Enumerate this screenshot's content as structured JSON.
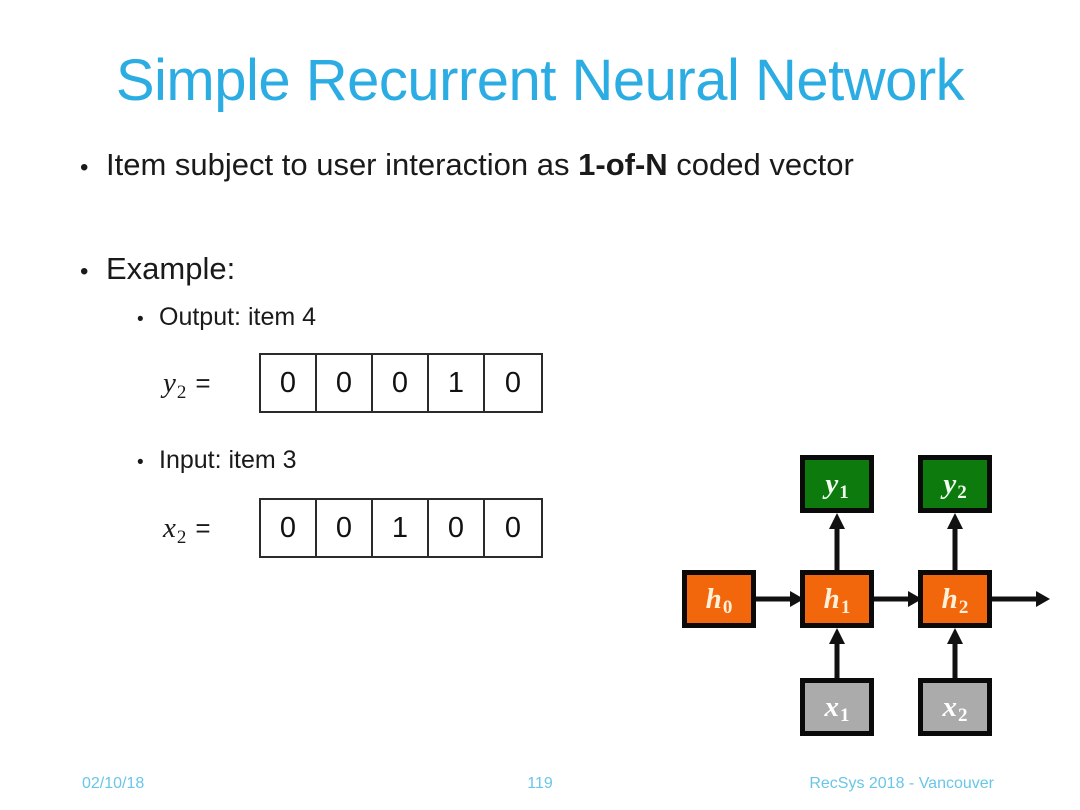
{
  "slide": {
    "title": "Simple Recurrent Neural Network",
    "title_color": "#2BACE3",
    "background": "#FFFFFF"
  },
  "body": {
    "bullet_glyph": "•",
    "bullets": [
      {
        "level": 1,
        "text_before": "Item subject to user interaction as ",
        "text_bold": "1-of-N",
        "text_after": " coded vector"
      },
      {
        "level": 1,
        "text": "Example:"
      },
      {
        "level": 2,
        "text": "Output: item 4"
      },
      {
        "level": 2,
        "text": "Input: item 3"
      }
    ]
  },
  "vectors": [
    {
      "name": "output-vector",
      "var": "y",
      "subscript": "2",
      "equals": "=",
      "values": [
        "0",
        "0",
        "0",
        "1",
        "0"
      ],
      "hot_index": 3
    },
    {
      "name": "input-vector",
      "var": "x",
      "subscript": "2",
      "equals": "=",
      "values": [
        "0",
        "0",
        "1",
        "0",
        "0"
      ],
      "hot_index": 2
    }
  ],
  "diagram": {
    "type": "rnn-unrolled",
    "colors": {
      "hidden": "#F2660C",
      "output": "#0D7A0D",
      "input": "#ABABAB",
      "border": "#0A0A0A",
      "arrow": "#111111"
    },
    "nodes": [
      {
        "id": "h0",
        "var": "h",
        "subscript": "0",
        "kind": "hidden"
      },
      {
        "id": "h1",
        "var": "h",
        "subscript": "1",
        "kind": "hidden"
      },
      {
        "id": "h2",
        "var": "h",
        "subscript": "2",
        "kind": "hidden"
      },
      {
        "id": "y1",
        "var": "y",
        "subscript": "1",
        "kind": "output"
      },
      {
        "id": "y2",
        "var": "y",
        "subscript": "2",
        "kind": "output"
      },
      {
        "id": "x1",
        "var": "x",
        "subscript": "1",
        "kind": "input"
      },
      {
        "id": "x2",
        "var": "x",
        "subscript": "2",
        "kind": "input"
      }
    ],
    "edges": [
      {
        "from": "h0",
        "to": "h1",
        "direction": "right"
      },
      {
        "from": "h1",
        "to": "h2",
        "direction": "right"
      },
      {
        "from": "h2",
        "to": "next",
        "direction": "right"
      },
      {
        "from": "x1",
        "to": "h1",
        "direction": "up"
      },
      {
        "from": "x2",
        "to": "h2",
        "direction": "up"
      },
      {
        "from": "h1",
        "to": "y1",
        "direction": "up"
      },
      {
        "from": "h2",
        "to": "y2",
        "direction": "up"
      }
    ]
  },
  "footer": {
    "date": "02/10/18",
    "page_number": "119",
    "event": "RecSys 2018 - Vancouver",
    "color": "#69C6E8"
  }
}
